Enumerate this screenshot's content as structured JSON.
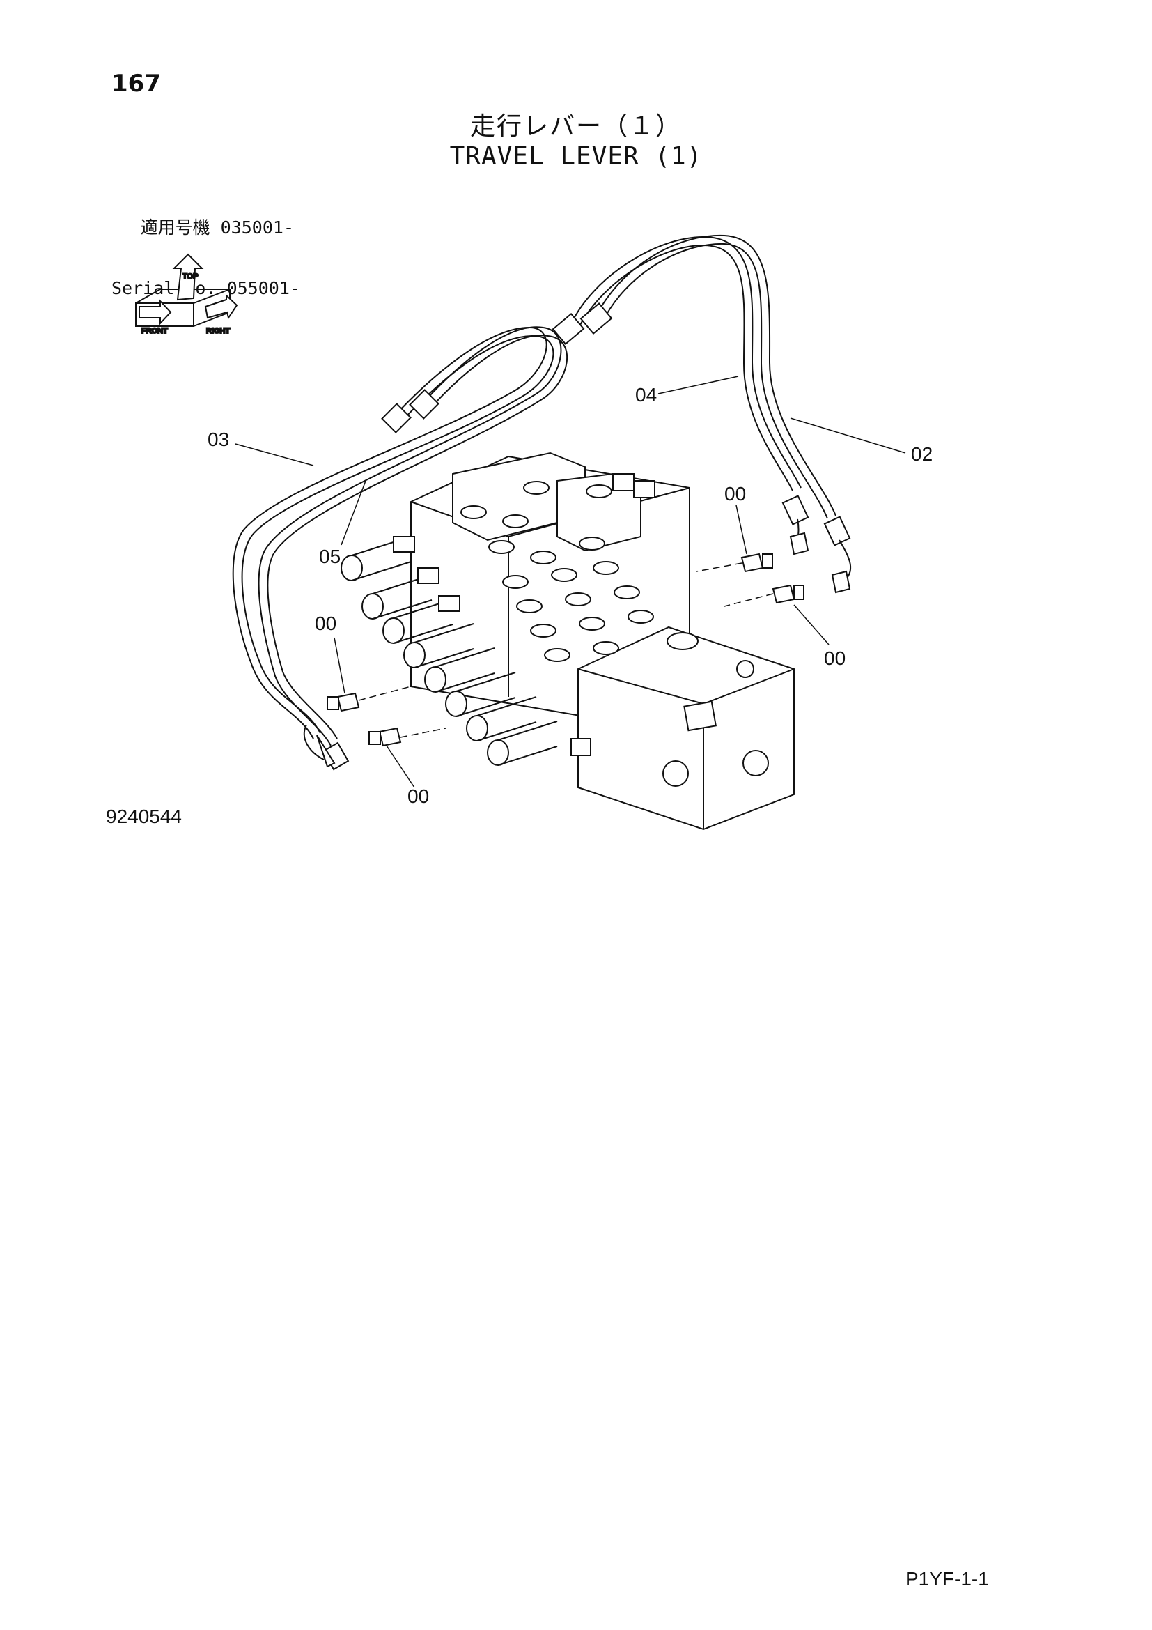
{
  "page_number": "167",
  "title_jp": "走行レバー（１）",
  "title_en": "TRAVEL LEVER (1)",
  "applicability": {
    "jp_label": "適用号機",
    "jp_value": "035001-",
    "en_label": "Serial No.",
    "en_value": "055001-"
  },
  "orientation_icon": {
    "labels": [
      "FRONT",
      "TOP",
      "RIGHT"
    ]
  },
  "callouts": [
    {
      "id": "03",
      "label": "03"
    },
    {
      "id": "05",
      "label": "05"
    },
    {
      "id": "04",
      "label": "04"
    },
    {
      "id": "02",
      "label": "02"
    },
    {
      "id": "00a",
      "label": "00"
    },
    {
      "id": "00b",
      "label": "00"
    },
    {
      "id": "00c",
      "label": "00"
    },
    {
      "id": "00d",
      "label": "00"
    }
  ],
  "figure_code": "9240544",
  "page_ref": "P1YF-1-1"
}
